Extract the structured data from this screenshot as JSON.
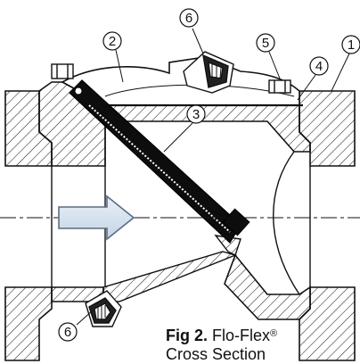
{
  "figure": {
    "label": "Fig 2.",
    "product": "Flo-Flex",
    "registered_mark": "®",
    "subtitle": "Cross Section"
  },
  "callouts": [
    "1",
    "2",
    "3",
    "4",
    "5",
    "6",
    "6"
  ],
  "colors": {
    "line": "#111111",
    "disc": "#0d0d0d",
    "arrow_fill": "#d7e4f2",
    "arrow_stroke": "#5a6b80"
  }
}
